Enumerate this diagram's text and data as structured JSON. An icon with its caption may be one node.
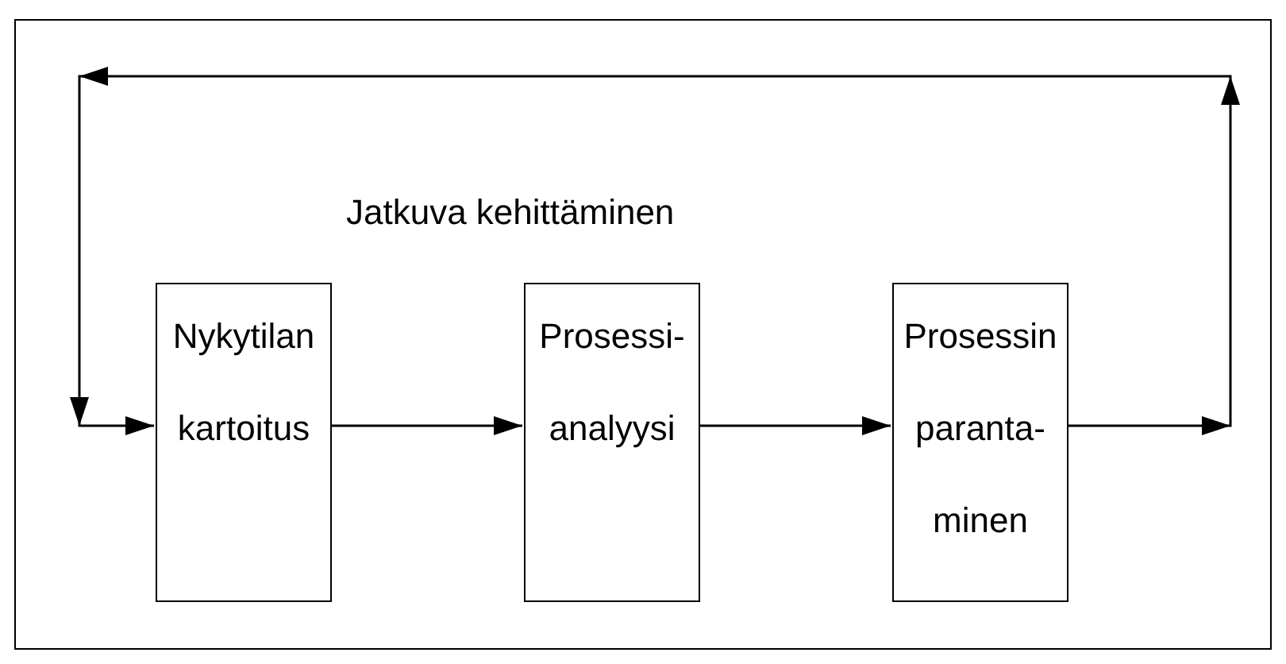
{
  "diagram": {
    "nodes": [
      {
        "text": [],
        "shape": "box"
      },
      {
        "text": [
          "Nykytilan kartoitus"
        ],
        "in": 0
      },
      {
        "text": [
          "Prosessi- analyysi"
        ],
        "in": 0
      },
      {
        "text": [
          "Prosessin paranta- minen"
        ],
        "in": 0
      }
    ],
    "edges": [
      {
        "from": 1,
        "to": 2,
        "arrow": "to"
      },
      {
        "from": 2,
        "to": 3,
        "arrow": "to"
      },
      {
        "from": 3,
        "to": 1,
        "arrow": "to"
      }
    ],
    "labels": [
      "Jatkuva kehittäminen"
    ]
  }
}
